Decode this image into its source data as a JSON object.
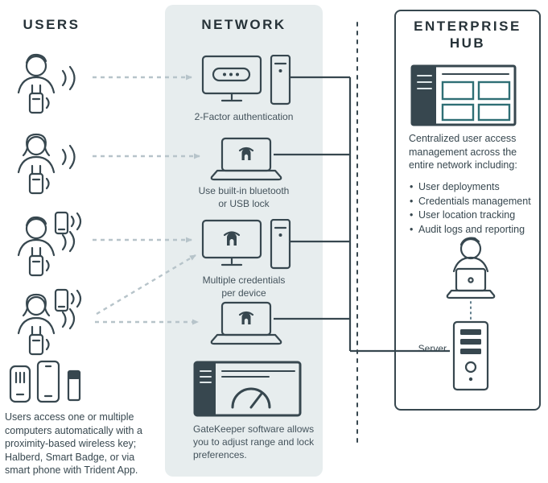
{
  "titles": {
    "users": "USERS",
    "network": "NETWORK",
    "hub": "ENTERPRISE\nHUB"
  },
  "network": {
    "labels": [
      "2-Factor authentication",
      "Use built-in bluetooth\nor USB lock",
      "Multiple credentials\nper device",
      "GateKeeper software allows\nyou to adjust range and lock\npreferences."
    ]
  },
  "hub": {
    "description": "Centralized user access\nmanagement across the\nentire network including:",
    "bullets": [
      "User deployments",
      "Credentials management",
      "User location tracking",
      "Audit logs and reporting"
    ],
    "server_label": "Server"
  },
  "users_note": "Users access one or multiple\ncomputers automatically with a\nproximity-based wireless key;\nHalberd, Smart Badge, or via\nsmart phone with Trident App.",
  "icons": [
    "user-with-badge-icon",
    "user-with-phone-icon",
    "signal-waves-icon",
    "desktop-computer-icon",
    "laptop-icon",
    "gatekeeper-helmet-logo",
    "gatekeeper-dashboard-icon",
    "hub-dashboard-icon",
    "admin-at-laptop-icon",
    "server-icon",
    "halberd-key-icon",
    "smartphone-icon",
    "smart-badge-icon"
  ],
  "colors": {
    "ink": "#37474f",
    "panel_bg": "#e7edee",
    "arrow_gray": "#b7c4ca",
    "teal_accent": "#2f6f75"
  }
}
